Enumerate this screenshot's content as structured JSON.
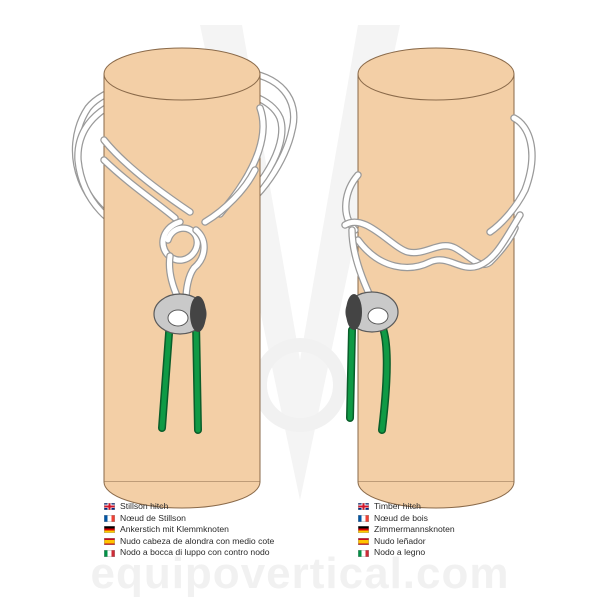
{
  "colors": {
    "post_fill": "#f3cfa6",
    "post_stroke": "#8a6a4a",
    "rope_white": "#ffffff",
    "rope_outline": "#9a9a9a",
    "rope_green": "#0f9a45",
    "rope_green_dark": "#0a5d2a",
    "ring_fill": "#c9c9c9",
    "ring_dark": "#5a5a5a",
    "watermark": "#f1f1f1"
  },
  "watermark": {
    "text": "equipovertical.com"
  },
  "knots": [
    {
      "id": "stillson",
      "names": [
        {
          "flag": "gb",
          "flag_icon": "uk-flag-icon",
          "text": "Stillson hitch"
        },
        {
          "flag": "fr",
          "flag_icon": "france-flag-icon",
          "text": "Nœud de Stillson"
        },
        {
          "flag": "de",
          "flag_icon": "germany-flag-icon",
          "text": "Ankerstich mit Klemmknoten"
        },
        {
          "flag": "es",
          "flag_icon": "spain-flag-icon",
          "text": "Nudo cabeza de alondra con medio cote"
        },
        {
          "flag": "it",
          "flag_icon": "italy-flag-icon",
          "text": "Nodo a bocca di luppo con contro nodo"
        }
      ]
    },
    {
      "id": "timber",
      "names": [
        {
          "flag": "gb",
          "flag_icon": "uk-flag-icon",
          "text": "Timber hitch"
        },
        {
          "flag": "fr",
          "flag_icon": "france-flag-icon",
          "text": "Nœud de bois"
        },
        {
          "flag": "de",
          "flag_icon": "germany-flag-icon",
          "text": "Zimmermannsknoten"
        },
        {
          "flag": "es",
          "flag_icon": "spain-flag-icon",
          "text": "Nudo leñador"
        },
        {
          "flag": "it",
          "flag_icon": "italy-flag-icon",
          "text": "Nodo a legno"
        }
      ]
    }
  ]
}
